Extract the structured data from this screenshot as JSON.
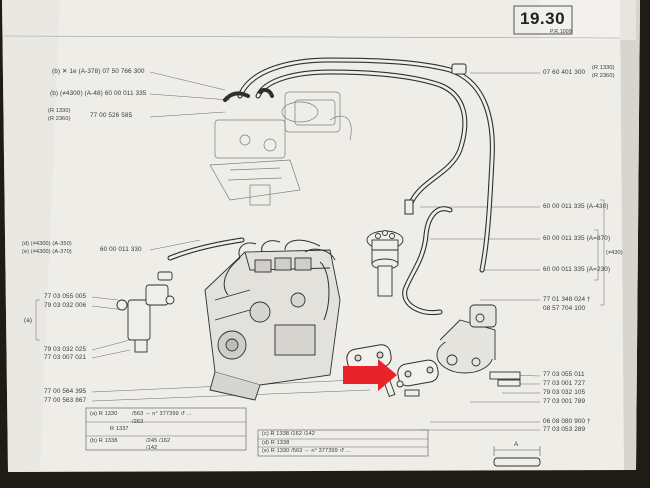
{
  "page_number": "19.30",
  "page_ref": "P.R.1009",
  "left_labels": {
    "l1": "(b) ✕  1e (A-378) 07 50 766 300",
    "l2": "(b) (≠4300) (A-48) 60 00 011 335",
    "l3a": "(R 1330)",
    "l3b": "(R 2360)",
    "l3c": "77 00 526 585",
    "l4a": "(d) (≠4300) (A-350)",
    "l4b": "(e) (≠4300) (A-370)",
    "l4c": "60 00 011 330",
    "l5a": "77 03 055 005",
    "l5b": "79 03 032 006",
    "l5c": "(a)",
    "l6a": "79 03 032 025",
    "l6b": "77 03 007 021",
    "l7a": "77 00 564 395",
    "l7b": "77 00 563 867"
  },
  "right_labels": {
    "r1": "07 60 401 300",
    "r1b": "(R 1330)",
    "r1c": "(R 2360)",
    "r2": "60 00 011 335 (A-430)",
    "r3": "60 00 011 335 (A=870)",
    "r3b": "(≠430)",
    "r4": "60 00 011 335 (A=230)",
    "r5": "77 01 348 024 †",
    "r5b": "08 57 704 100",
    "r6": "77 03 055 011",
    "r7": "77 03 001 727",
    "r8": "79 03 032 105",
    "r9": "77 03 001 789",
    "r10": "06 08 080 900 †",
    "r10b": "77 03 053 289"
  },
  "table_left": {
    "row1a": "(a)    R 1330",
    "row1b": "/563  ⇔  n° 377399  ↺  ...",
    "row1c": "/263",
    "row2": "R 1337",
    "row3a": "(b)    R 1338",
    "row3b": "/245 /162",
    "row3c": "/142"
  },
  "table_right": {
    "row1": "(c)   R 1338   /162 /142",
    "row2": "(d)   R 1338",
    "row3": "(e)   R 1330   /563  ⇔  n° 377399  ↺  ..."
  },
  "dimension_label": "A",
  "colors": {
    "paper": "#efefea",
    "ink": "#3a3a3a",
    "arrow": "#e8242a",
    "binder": "#1f1b15"
  }
}
